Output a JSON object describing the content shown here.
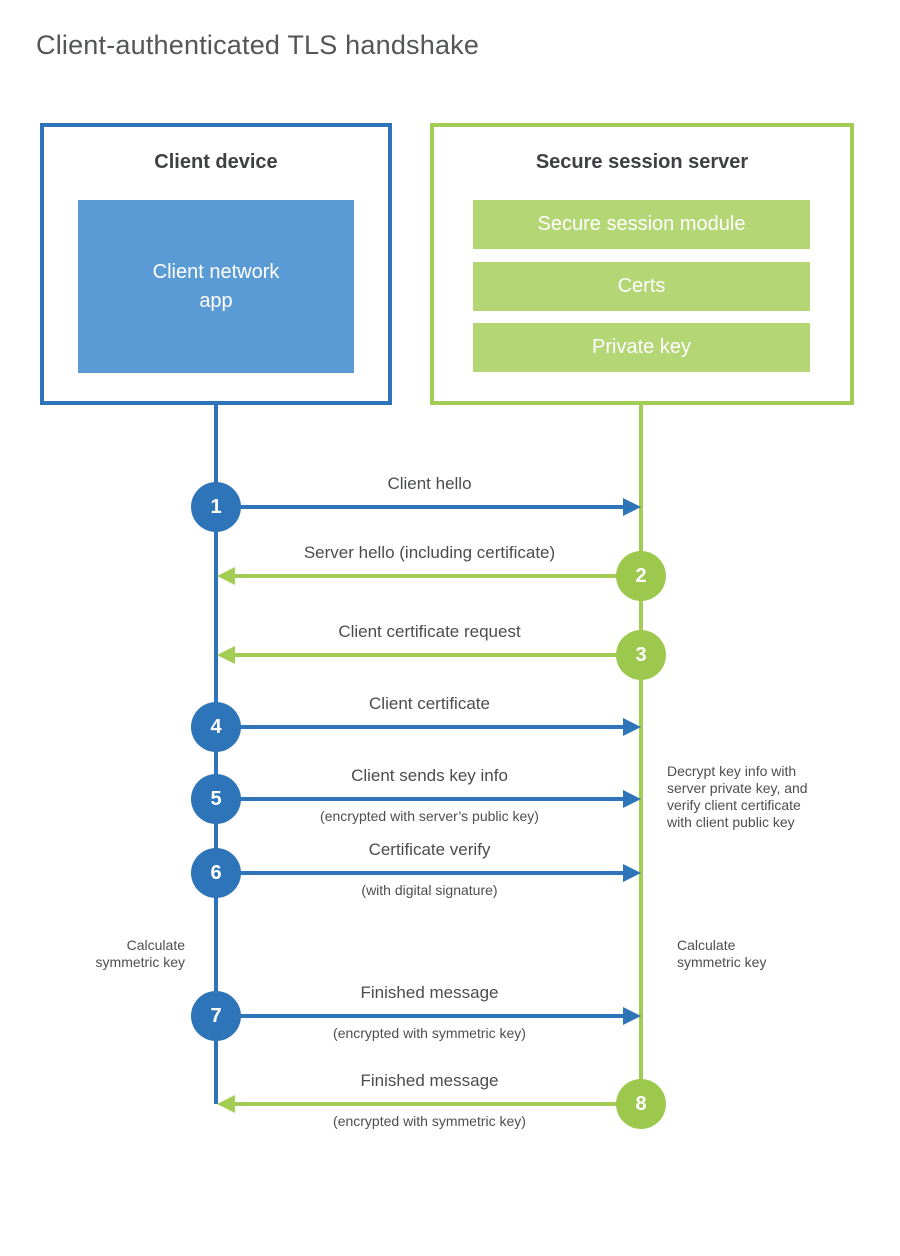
{
  "title": "Client-authenticated TLS handshake",
  "colors": {
    "blue": "#2e74b9",
    "blue_fill": "#5b9bd5",
    "green_line": "#a3cc55",
    "green_circle": "#9cc94d",
    "green_bar": "#b4d675",
    "text": "#4d4e50"
  },
  "client": {
    "title": "Client device",
    "app_label": "Client network\napp"
  },
  "server": {
    "title": "Secure session server",
    "modules": [
      "Secure session module",
      "Certs",
      "Private key"
    ]
  },
  "messages": [
    {
      "num": "1",
      "direction": "right",
      "color": "blue",
      "label": "Client hello",
      "sub": ""
    },
    {
      "num": "2",
      "direction": "left",
      "color": "green",
      "label": "Server hello (including certificate)",
      "sub": ""
    },
    {
      "num": "3",
      "direction": "left",
      "color": "green",
      "label": "Client certificate request",
      "sub": ""
    },
    {
      "num": "4",
      "direction": "right",
      "color": "blue",
      "label": "Client certificate",
      "sub": ""
    },
    {
      "num": "5",
      "direction": "right",
      "color": "blue",
      "label": "Client sends key info",
      "sub": "(encrypted with server’s public key)"
    },
    {
      "num": "6",
      "direction": "right",
      "color": "blue",
      "label": "Certificate verify",
      "sub": "(with digital signature)"
    },
    {
      "num": "7",
      "direction": "right",
      "color": "blue",
      "label": "Finished message",
      "sub": "(encrypted with symmetric key)"
    },
    {
      "num": "8",
      "direction": "left",
      "color": "green",
      "label": "Finished message",
      "sub": "(encrypted with symmetric key)"
    }
  ],
  "notes": {
    "decrypt": "Decrypt key info with server private key, and verify client certificate with client public key",
    "calc_left": "Calculate symmetric key",
    "calc_right": "Calculate symmetric key"
  }
}
